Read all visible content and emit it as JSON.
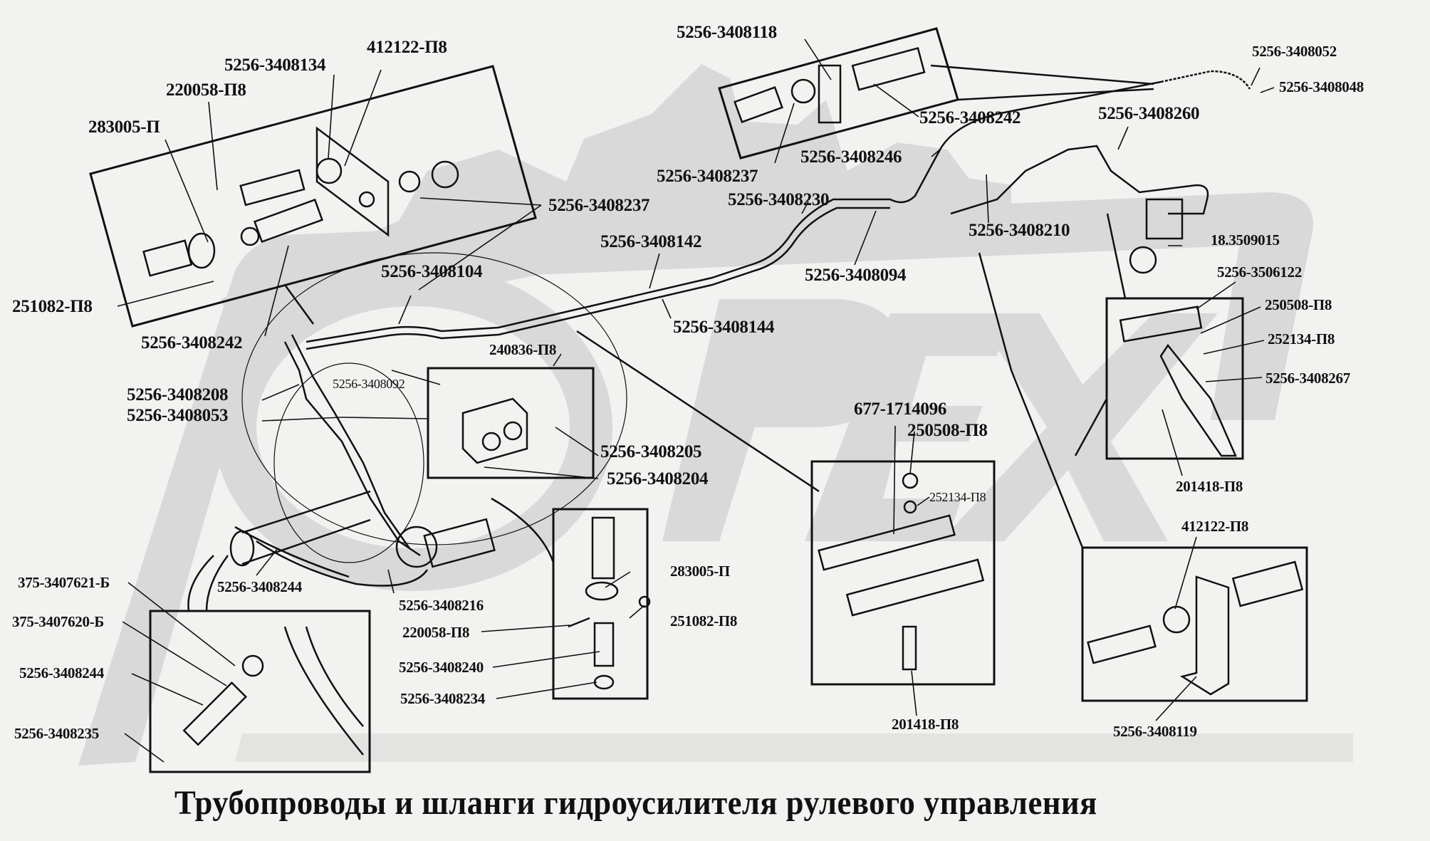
{
  "title": "Трубопроводы и шланги гидроусилителя рулевого управления",
  "watermark": {
    "text": "OPEX",
    "icon": "gear-icon"
  },
  "colors": {
    "background": "#f2f2f0",
    "watermark": "#d9d9d9",
    "ink": "#111111"
  },
  "labels": {
    "l_412122_top": "412122-П8",
    "l_3408134": "5256-3408134",
    "l_220058_top": "220058-П8",
    "l_283005_top": "283005-П",
    "l_251082_left": "251082-П8",
    "l_3408242_left": "5256-3408242",
    "l_3408237_a": "5256-3408237",
    "l_3408118": "5256-3408118",
    "l_3408242_top": "5256-3408242",
    "l_3408237_b": "5256-3408237",
    "l_3408246": "5256-3408246",
    "l_3408230": "5256-3408230",
    "l_3408052": "5256-3408052",
    "l_3408048": "5256-3408048",
    "l_3408260": "5256-3408260",
    "l_3408210": "5256-3408210",
    "l_3408094": "5256-3408094",
    "l_3509015": "18.3509015",
    "l_3408142": "5256-3408142",
    "l_3408104": "5256-3408104",
    "l_3408144": "5256-3408144",
    "l_240836": "240836-П8",
    "l_3408092": "5256-3408092",
    "l_3408208": "5256-3408208",
    "l_3408053": "5256-3408053",
    "l_3408205": "5256-3408205",
    "l_3408204": "5256-3408204",
    "l_3506122": "5256-3506122",
    "l_250508_right": "250508-П8",
    "l_252134_right": "252134-П8",
    "l_3408267": "5256-3408267",
    "l_201418_right": "201418-П8",
    "l_1714096": "677-1714096",
    "l_250508_mid": "250508-П8",
    "l_252134_mid": "252134-П8",
    "l_201418_mid": "201418-П8",
    "l_412122_right": "412122-П8",
    "l_3408119": "5256-3408119",
    "l_3408244_mid": "5256-3408244",
    "l_3408216": "5256-3408216",
    "l_283005_mid": "283005-П",
    "l_251082_mid": "251082-П8",
    "l_220058_mid": "220058-П8",
    "l_3408240": "5256-3408240",
    "l_3408234": "5256-3408234",
    "l_3407621": "375-3407621-Б",
    "l_3407620": "375-3407620-Б",
    "l_3408244_left": "5256-3408244",
    "l_3408235": "5256-3408235"
  }
}
